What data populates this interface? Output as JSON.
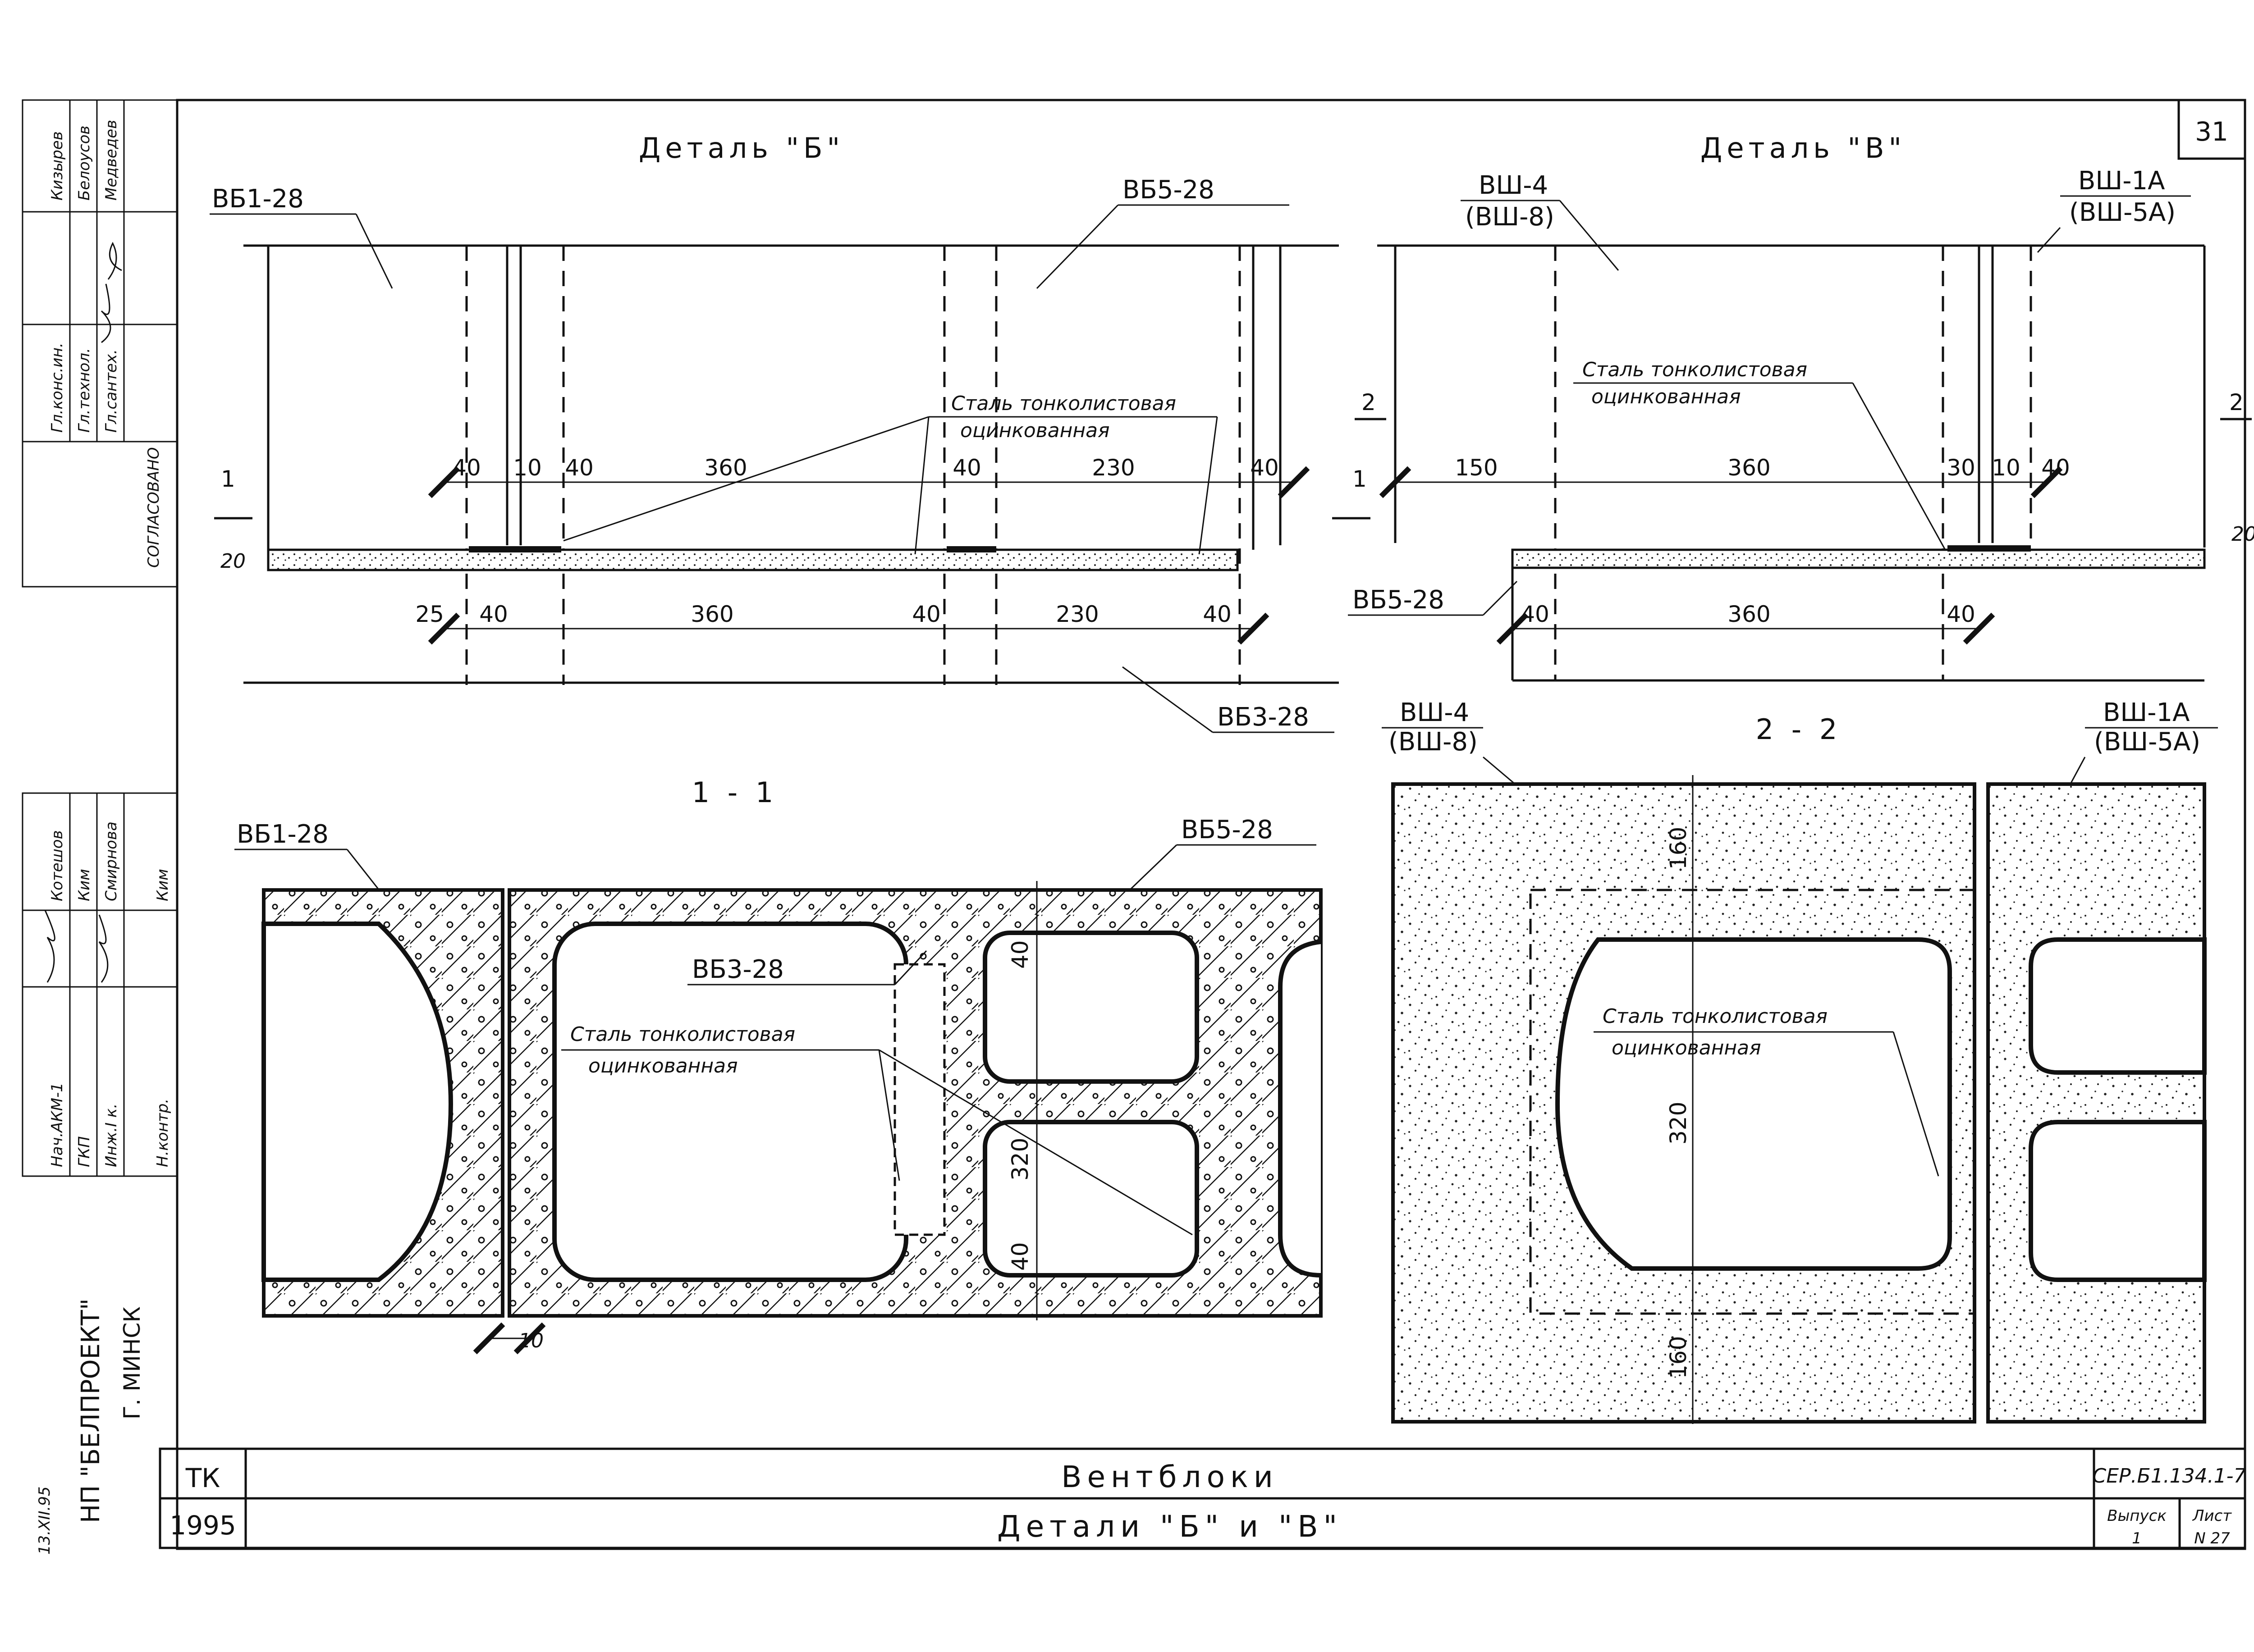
{
  "sheet": {
    "number": "31",
    "approval_title": "СОГЛАСОВАНО",
    "approval_roles": [
      "Гл.конс.ин.",
      "Гл.технол.",
      "Гл.сантех."
    ],
    "approval_names": [
      "Кизырев",
      "Белоусов",
      "Медведев"
    ],
    "staff_roles": [
      "Нач.АКМ-1",
      "ГКП",
      "Инж.I к.",
      "Н.контр."
    ],
    "staff_names": [
      "Котешов",
      "Ким",
      "Смирнова",
      "Ким"
    ],
    "org_date": "13.XII.95",
    "org_name": "НП \"БЕЛПРОЕКТ\"",
    "org_city": "Г. МИНСК"
  },
  "detail_b": {
    "title": "Деталь \"Б\"",
    "labels": {
      "left_block": "ВБ1-28",
      "right_block": "ВБ5-28",
      "bottom_block": "ВБ3-28"
    },
    "note": [
      "Сталь тонколистовая",
      "оцинкованная"
    ],
    "section_mark": "1",
    "dims_top": [
      "40",
      "10",
      "40",
      "360",
      "40",
      "230",
      "40"
    ],
    "dims_bottom": [
      "25",
      "40",
      "360",
      "40",
      "230",
      "40"
    ],
    "thickness": "20"
  },
  "detail_v": {
    "title": "Деталь \"В\"",
    "labels": {
      "left_block": "ВШ-4",
      "left_block_alt": "(ВШ-8)",
      "right_block": "ВШ-1А",
      "right_block_alt": "(ВШ-5А)",
      "bottom_block": "ВБ5-28"
    },
    "note": [
      "Сталь тонколистовая",
      "оцинкованная"
    ],
    "section_mark": "2",
    "dims_top": [
      "150",
      "360",
      "30",
      "10",
      "40"
    ],
    "dims_bottom": [
      "40",
      "360",
      "40"
    ],
    "thickness": "20"
  },
  "section_1": {
    "title": "1 - 1",
    "labels": {
      "left": "ВБ1-28",
      "right": "ВБ5-28",
      "middle": "ВБ3-28"
    },
    "note": [
      "Сталь тонколистовая",
      "оцинкованная"
    ],
    "dims": [
      "40",
      "320",
      "40",
      "10"
    ]
  },
  "section_2": {
    "title": "2 - 2",
    "labels": {
      "left": "ВШ-4",
      "left_alt": "(ВШ-8)",
      "right": "ВШ-1А",
      "right_alt": "(ВШ-5А)"
    },
    "note": [
      "Сталь тонколистовая",
      "оцинкованная"
    ],
    "dims": [
      "160",
      "320",
      "160"
    ]
  },
  "title_block": {
    "org_code": "ТК",
    "year": "1995",
    "name": "Вентблоки",
    "subtitle": "Детали \"Б\" и \"В\"",
    "series_label": "СЕР.Б1.134.1-7",
    "issue_label": "Выпуск",
    "issue_value": "1",
    "sheet_label": "Лист",
    "sheet_value": "N 27"
  }
}
